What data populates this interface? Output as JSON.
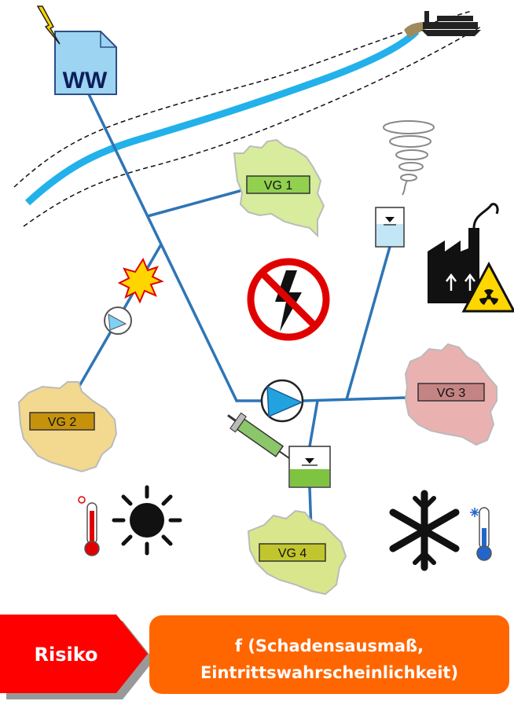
{
  "waterworks": {
    "label": "WW"
  },
  "supply_areas": [
    {
      "id": "vg1",
      "label": "VG 1",
      "fill": "#d7ec9c"
    },
    {
      "id": "vg2",
      "label": "VG 2",
      "fill": "#f3d890"
    },
    {
      "id": "vg3",
      "label": "VG 3",
      "fill": "#eab1b1"
    },
    {
      "id": "vg4",
      "label": "VG 4",
      "fill": "#d9e68c"
    }
  ],
  "formula": {
    "risk_label": "Risiko",
    "expression_line1": "f (Schadensausmaß,",
    "expression_line2": "Eintrittswahrscheinlichkeit)"
  },
  "colors": {
    "pipe": "#2e75b6",
    "river": "#22b1ea",
    "risk_arrow": "#ff0000",
    "formula_box": "#ff6600"
  },
  "icons": [
    "lightning-icon",
    "ship-icon",
    "tornado-icon",
    "tank-icon",
    "factory-icon",
    "radiation-icon",
    "no-power-icon",
    "explosion-icon",
    "pump-icon",
    "syringe-icon",
    "thermometer-hot-icon",
    "sun-icon",
    "snowflake-icon",
    "thermometer-cold-icon"
  ]
}
